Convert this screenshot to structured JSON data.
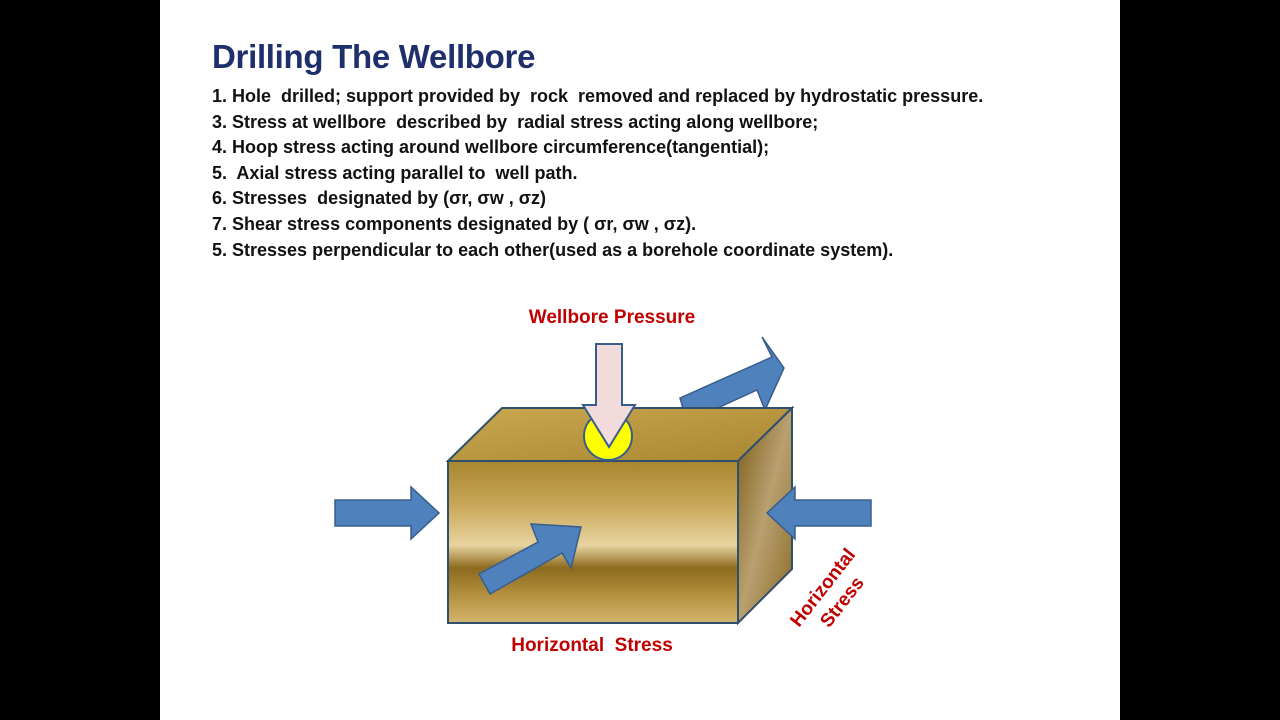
{
  "slide": {
    "title": "Drilling The Wellbore",
    "bullets": [
      "1. Hole  drilled; support provided by  rock  removed and replaced by hydrostatic pressure.",
      "3. Stress at wellbore  described by  radial stress acting along wellbore;",
      "4. Hoop stress acting around wellbore circumference(tangential);",
      "5.  Axial stress acting parallel to  well path.",
      "6. Stresses  designated by (σr, σw , σz)",
      "7. Shear stress components designated by ( σr, σw , σz).",
      "5. Stresses perpendicular to each other(used as a borehole coordinate system)."
    ]
  },
  "diagram": {
    "wellbore_pressure_label": "Wellbore Pressure",
    "horizontal_stress_front_label": "Horizontal  Stress",
    "horizontal_stress_side_line1": "Horizontal",
    "horizontal_stress_side_line2": "Stress",
    "colors": {
      "title": "#1f2f6b",
      "label_red": "#c00000",
      "arrow_blue": "#4f81bd",
      "arrow_outline": "#385d8a",
      "block_gold": "#b08d3a",
      "wellbore_yellow": "#ffff00",
      "pressure_arrow_fill": "#f2dcdb"
    }
  }
}
